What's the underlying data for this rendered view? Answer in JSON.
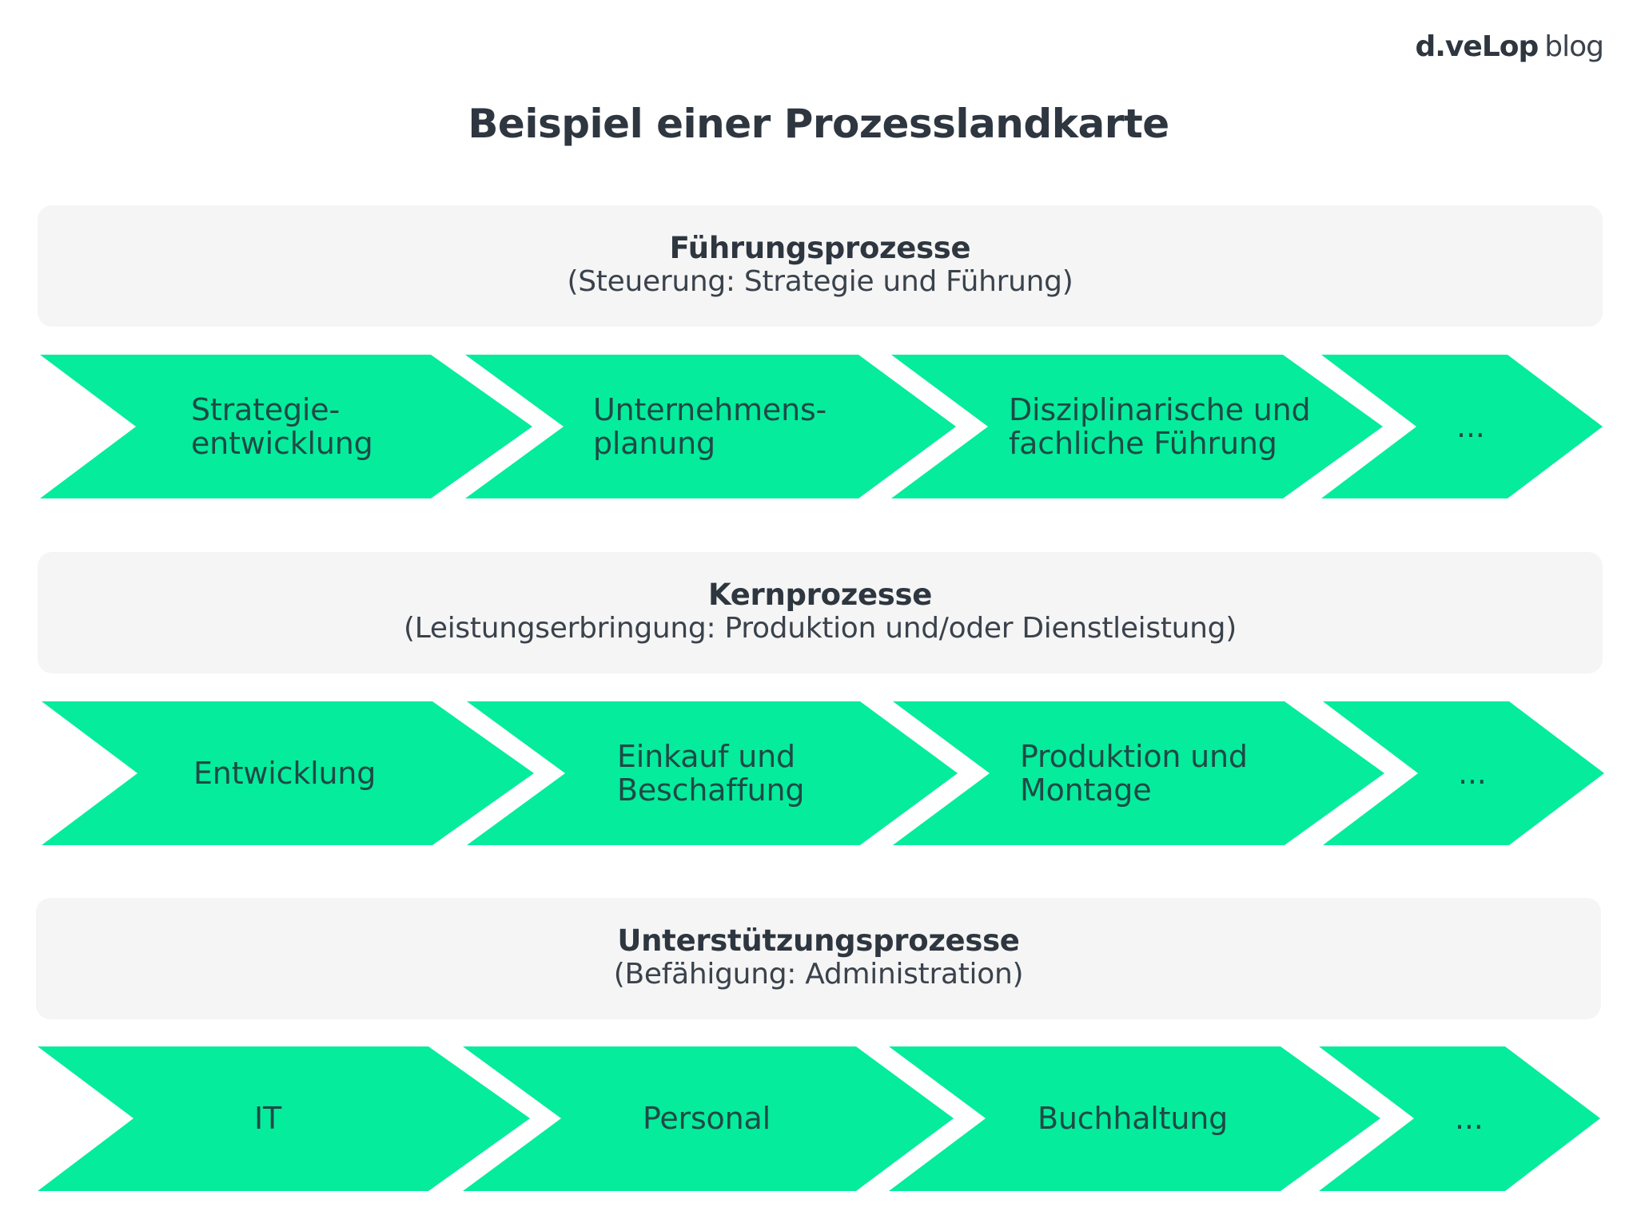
{
  "logo": {
    "brand": "d.veLop",
    "suffix": "blog"
  },
  "title": "Beispiel einer Prozesslandkarte",
  "colors": {
    "chevron": "#05ec9d",
    "box": "#f5f5f5",
    "text_dark": "#2e3640",
    "chevron_text": "#1f4a45"
  },
  "sections": [
    {
      "heading": "Führungsprozesse",
      "subheading": "(Steuerung: Strategie und Führung)",
      "steps": [
        {
          "label": "Strategie-\nentwicklung"
        },
        {
          "label": "Unternehmens-\nplanung"
        },
        {
          "label": "Disziplinarische und\nfachliche Führung"
        },
        {
          "label": "..."
        }
      ]
    },
    {
      "heading": "Kernprozesse",
      "subheading": "(Leistungserbringung: Produktion und/oder Dienstleistung)",
      "steps": [
        {
          "label": "Entwicklung"
        },
        {
          "label": "Einkauf und\nBeschaffung"
        },
        {
          "label": "Produktion und\nMontage"
        },
        {
          "label": "..."
        }
      ]
    },
    {
      "heading": "Unterstützungsprozesse",
      "subheading": "(Befähigung: Administration)",
      "steps": [
        {
          "label": "IT"
        },
        {
          "label": "Personal"
        },
        {
          "label": "Buchhaltung"
        },
        {
          "label": "..."
        }
      ]
    }
  ]
}
